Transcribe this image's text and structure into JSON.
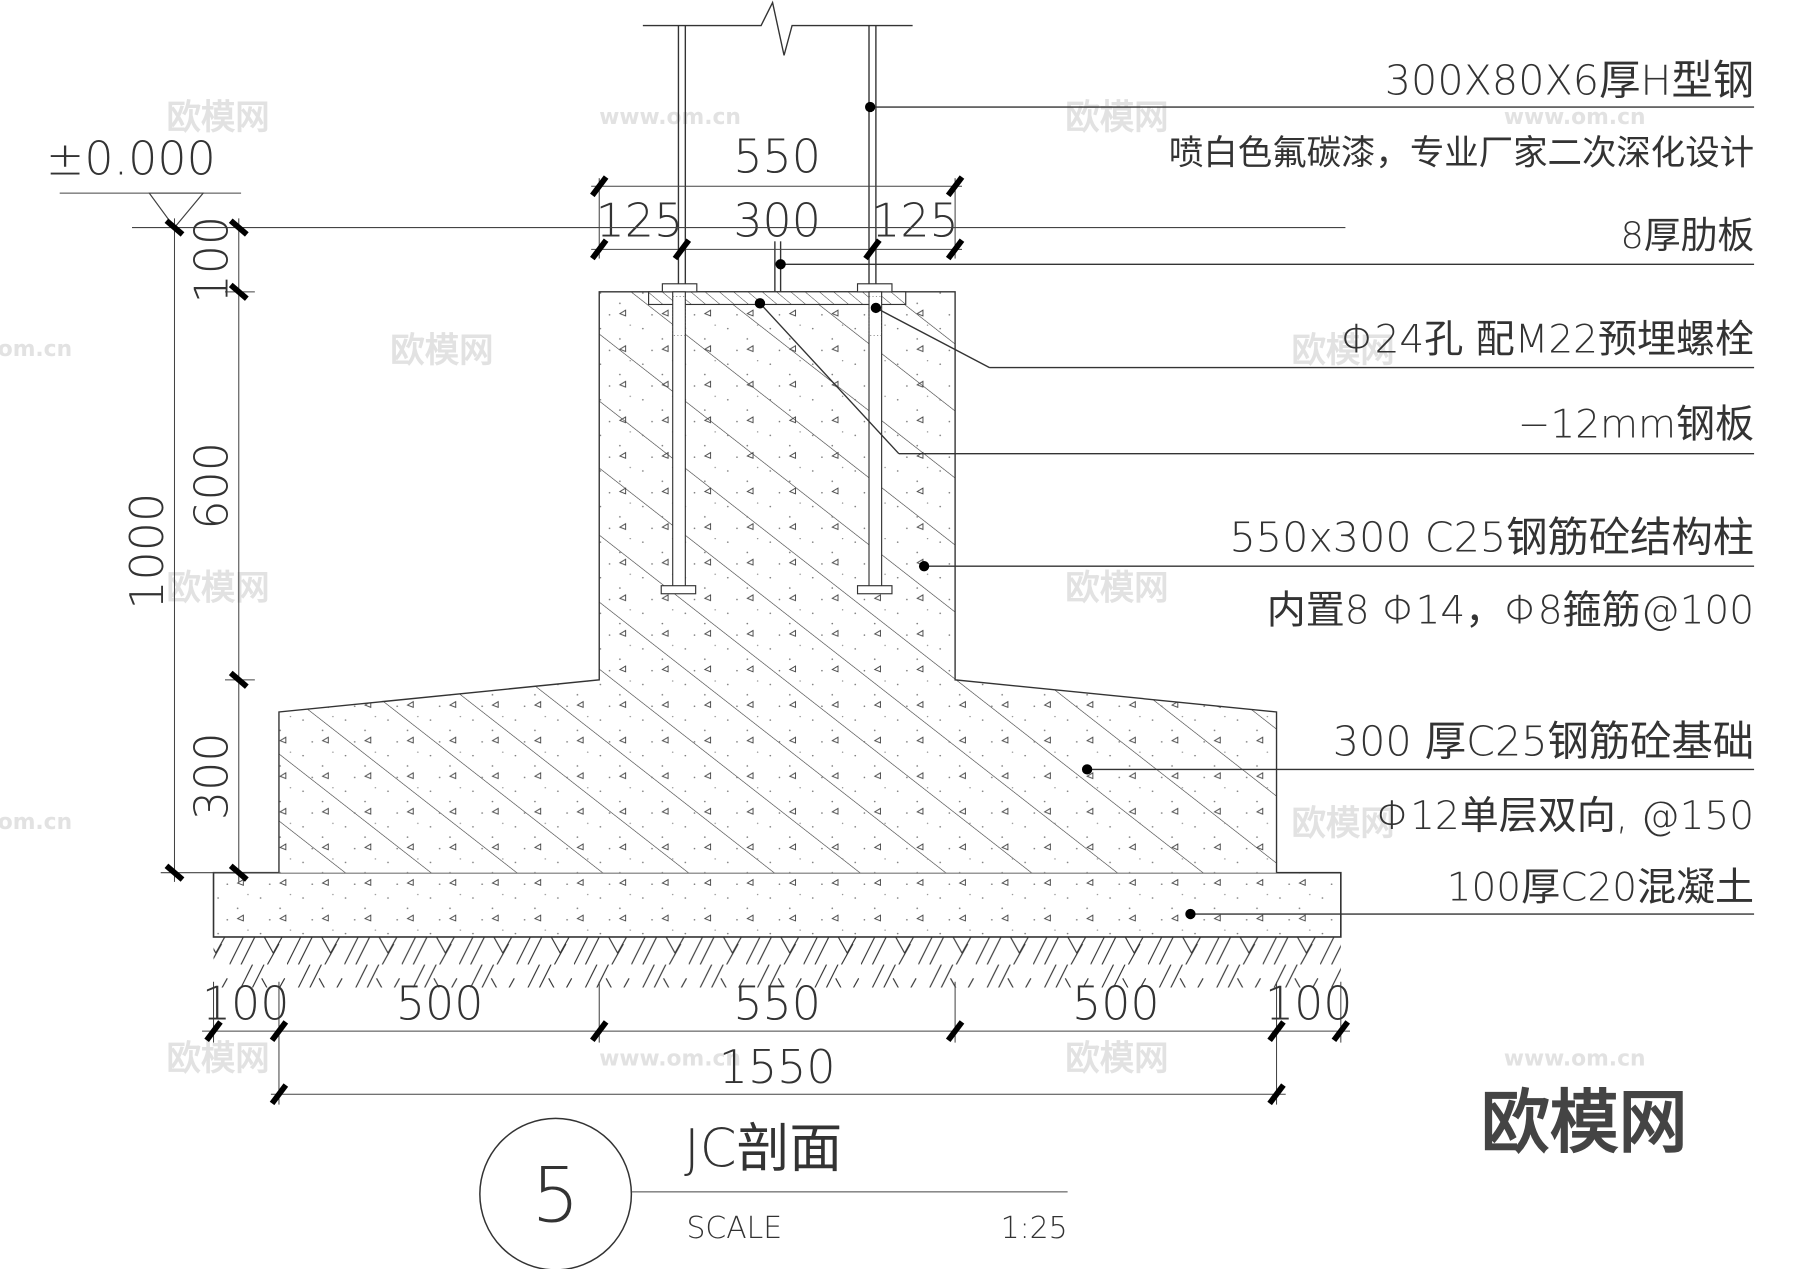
{
  "drawing": {
    "title": "JC剖面",
    "section_number": "5",
    "scale_label": "SCALE",
    "scale_value": "1:25",
    "elevation": "±0.000",
    "brand": "欧模网",
    "watermark_cn": "欧模网",
    "watermark_url": "www.om.cn",
    "watermark_url_short": "om.cn"
  },
  "annotations": [
    {
      "id": "h-steel",
      "line1": "300X80X6厚H型钢",
      "line2": "喷白色氟碳漆，专业厂家二次深化设计"
    },
    {
      "id": "rib-plate",
      "line1": "8厚肋板"
    },
    {
      "id": "anchor-bolt",
      "line1": "Φ24孔 配M22预埋螺栓"
    },
    {
      "id": "steel-plate",
      "line1": "−12mm钢板"
    },
    {
      "id": "column",
      "line1": "550x300  C25钢筋砼结构柱",
      "line2": "内置8 Φ14，Φ8箍筋@100"
    },
    {
      "id": "foundation",
      "line1": "300  厚C25钢筋砼基础",
      "line2": "Φ12单层双向, @150"
    },
    {
      "id": "blinding",
      "line1": "100厚C20混凝土"
    }
  ],
  "dimensions": {
    "top_overall": "550",
    "top_left": "125",
    "top_mid": "300",
    "top_right": "125",
    "left_total": "1000",
    "left_100": "100",
    "left_600": "600",
    "left_300": "300",
    "bottom_100_left": "100",
    "bottom_500_left": "500",
    "bottom_550": "550",
    "bottom_500_right": "500",
    "bottom_100_right": "100",
    "bottom_overall": "1550"
  },
  "colors": {
    "line": "#333333",
    "tick": "#000000",
    "watermark": "#dddddd"
  }
}
